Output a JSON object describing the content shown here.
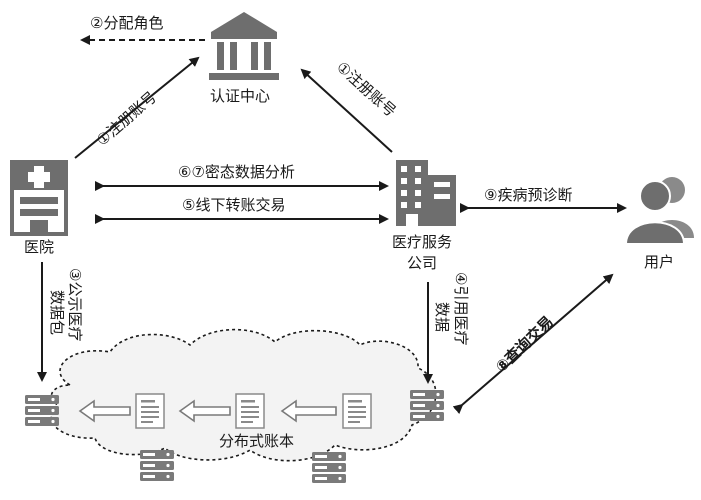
{
  "nodes": {
    "auth_center": "认证中心",
    "hospital": "医院",
    "company_line1": "医疗服务",
    "company_line2": "公司",
    "user": "用户",
    "ledger": "分布式账本"
  },
  "edges": {
    "assign_role": "②分配角色",
    "hospital_register": "①注册账号",
    "company_register": "①注册账号",
    "cipher_analysis": "⑥⑦密态数据分析",
    "offline_transfer": "⑤线下转账交易",
    "diagnosis": "⑨疾病预诊断",
    "publish_line1": "③公示医疗",
    "publish_line2": "数据包",
    "cite_line1": "④引用医疗",
    "cite_line2": "数据",
    "query_tx": "⑧查询交易"
  },
  "colors": {
    "ink": "#1a1a1a",
    "icon": "#7a7a7a",
    "icon_dark": "#555555",
    "cloud": "#f3f3f3"
  }
}
